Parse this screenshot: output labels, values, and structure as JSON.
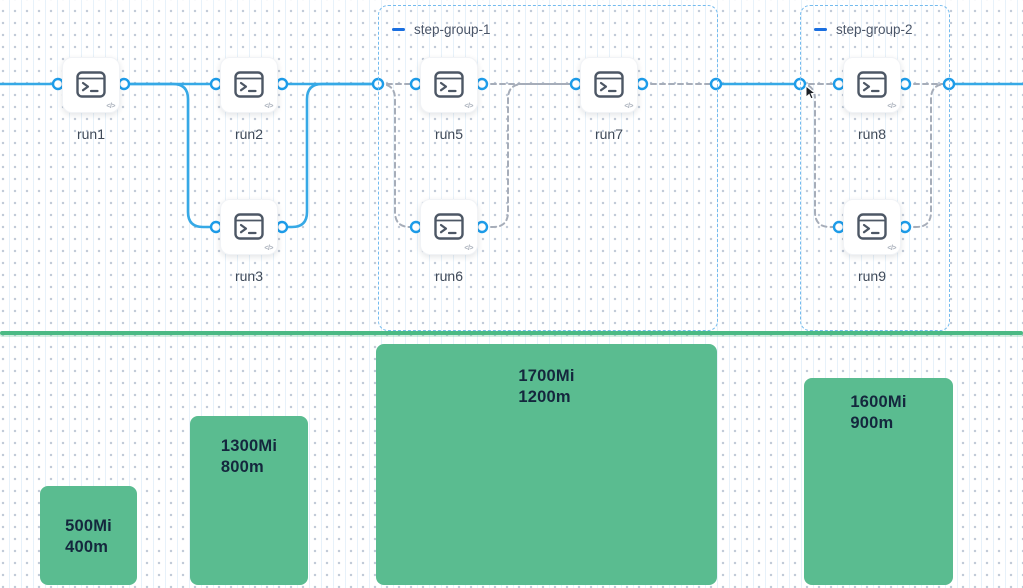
{
  "diagram": {
    "nodes": [
      {
        "id": "run1",
        "label": "run1"
      },
      {
        "id": "run2",
        "label": "run2"
      },
      {
        "id": "run3",
        "label": "run3"
      },
      {
        "id": "run5",
        "label": "run5"
      },
      {
        "id": "run6",
        "label": "run6"
      },
      {
        "id": "run7",
        "label": "run7"
      },
      {
        "id": "run8",
        "label": "run8"
      },
      {
        "id": "run9",
        "label": "run9"
      }
    ],
    "groups": [
      {
        "id": "step-group-1",
        "label": "step-group-1"
      },
      {
        "id": "step-group-2",
        "label": "step-group-2"
      }
    ],
    "icons": {
      "node_icon": "terminal-icon",
      "badge_icon": "code-badge-icon",
      "group_icon": "collapse-dash-icon"
    }
  },
  "chart_data": {
    "type": "bar",
    "title": "",
    "bars": [
      {
        "memory": "500Mi",
        "cpu": "400m",
        "memory_mi": 500,
        "cpu_m": 400
      },
      {
        "memory": "1300Mi",
        "cpu": "800m",
        "memory_mi": 1300,
        "cpu_m": 800
      },
      {
        "memory": "1700Mi",
        "cpu": "1200m",
        "memory_mi": 1700,
        "cpu_m": 1200
      },
      {
        "memory": "1600Mi",
        "cpu": "900m",
        "memory_mi": 1600,
        "cpu_m": 900
      }
    ],
    "legend_position": "none",
    "grid": "dotted-background"
  },
  "colors": {
    "edge_solid": "#36a9e6",
    "edge_dashed": "#a6adb9",
    "port_stroke": "#1d9ce9",
    "group_border": "#74bbee",
    "group_dash": "#1a6fe0",
    "bar_fill": "#5abc90",
    "divider": "#4bba84",
    "bar_text": "#14273d",
    "node_icon_stroke": "#4d5765"
  }
}
